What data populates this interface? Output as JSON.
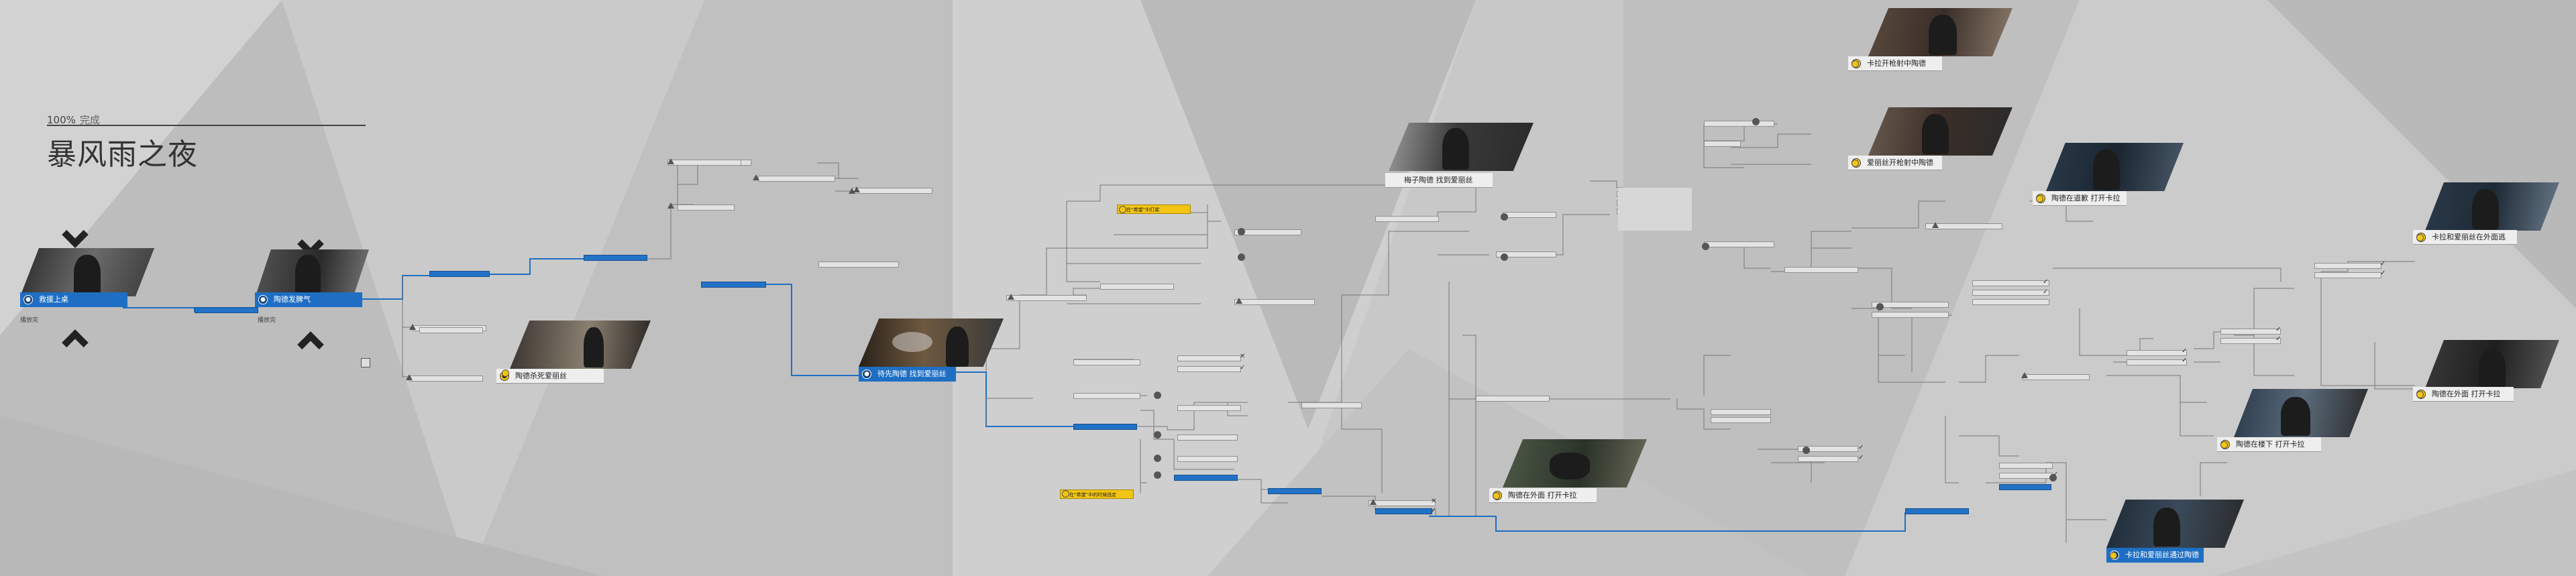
{
  "header": {
    "progress_percent": "100%",
    "progress_word": "完成",
    "chapter_title": "暴风雨之夜"
  },
  "colors": {
    "background": "#c4c4c4",
    "accent_blue": "#1e6fc4",
    "highlight_yellow": "#f2c414",
    "card_white": "#eeeeee",
    "line": "#7a7a7a"
  },
  "cards": [
    {
      "id": "c1",
      "label": "救援上桌",
      "style": "blue"
    },
    {
      "id": "c2",
      "label": "陶德发脾气",
      "style": "blue"
    },
    {
      "id": "c3",
      "label": "陶德杀死爱丽丝",
      "style": "white"
    },
    {
      "id": "c4",
      "label": "待先陶德 找到爱丽丝",
      "style": "blue"
    },
    {
      "id": "c5",
      "label": "梅子陶德 找到爱丽丝",
      "style": "white"
    },
    {
      "id": "c6",
      "label": "陶德在外面 打开卡拉",
      "style": "white"
    },
    {
      "id": "c7",
      "label": "卡拉开枪射中陶德",
      "style": "white"
    },
    {
      "id": "c8",
      "label": "爱丽丝开枪射中陶德",
      "style": "white"
    },
    {
      "id": "c9",
      "label": "陶德在道歉 打开卡拉",
      "style": "white"
    },
    {
      "id": "c10",
      "label": "卡拉和爱丽丝在外面逃",
      "style": "white"
    },
    {
      "id": "c11",
      "label": "陶德在外面 打开卡拉",
      "style": "white"
    },
    {
      "id": "c12",
      "label": "陶德在楼下 打开卡拉",
      "style": "white"
    },
    {
      "id": "c13",
      "label": "卡拉和爱丽丝通过陶德",
      "style": "blue"
    }
  ],
  "card_subs": [
    "播放完",
    "播放完"
  ],
  "choices": {
    "yellow_1": "在“希望”中打架",
    "yellow_2": "在“希望”中的时候逃走"
  }
}
